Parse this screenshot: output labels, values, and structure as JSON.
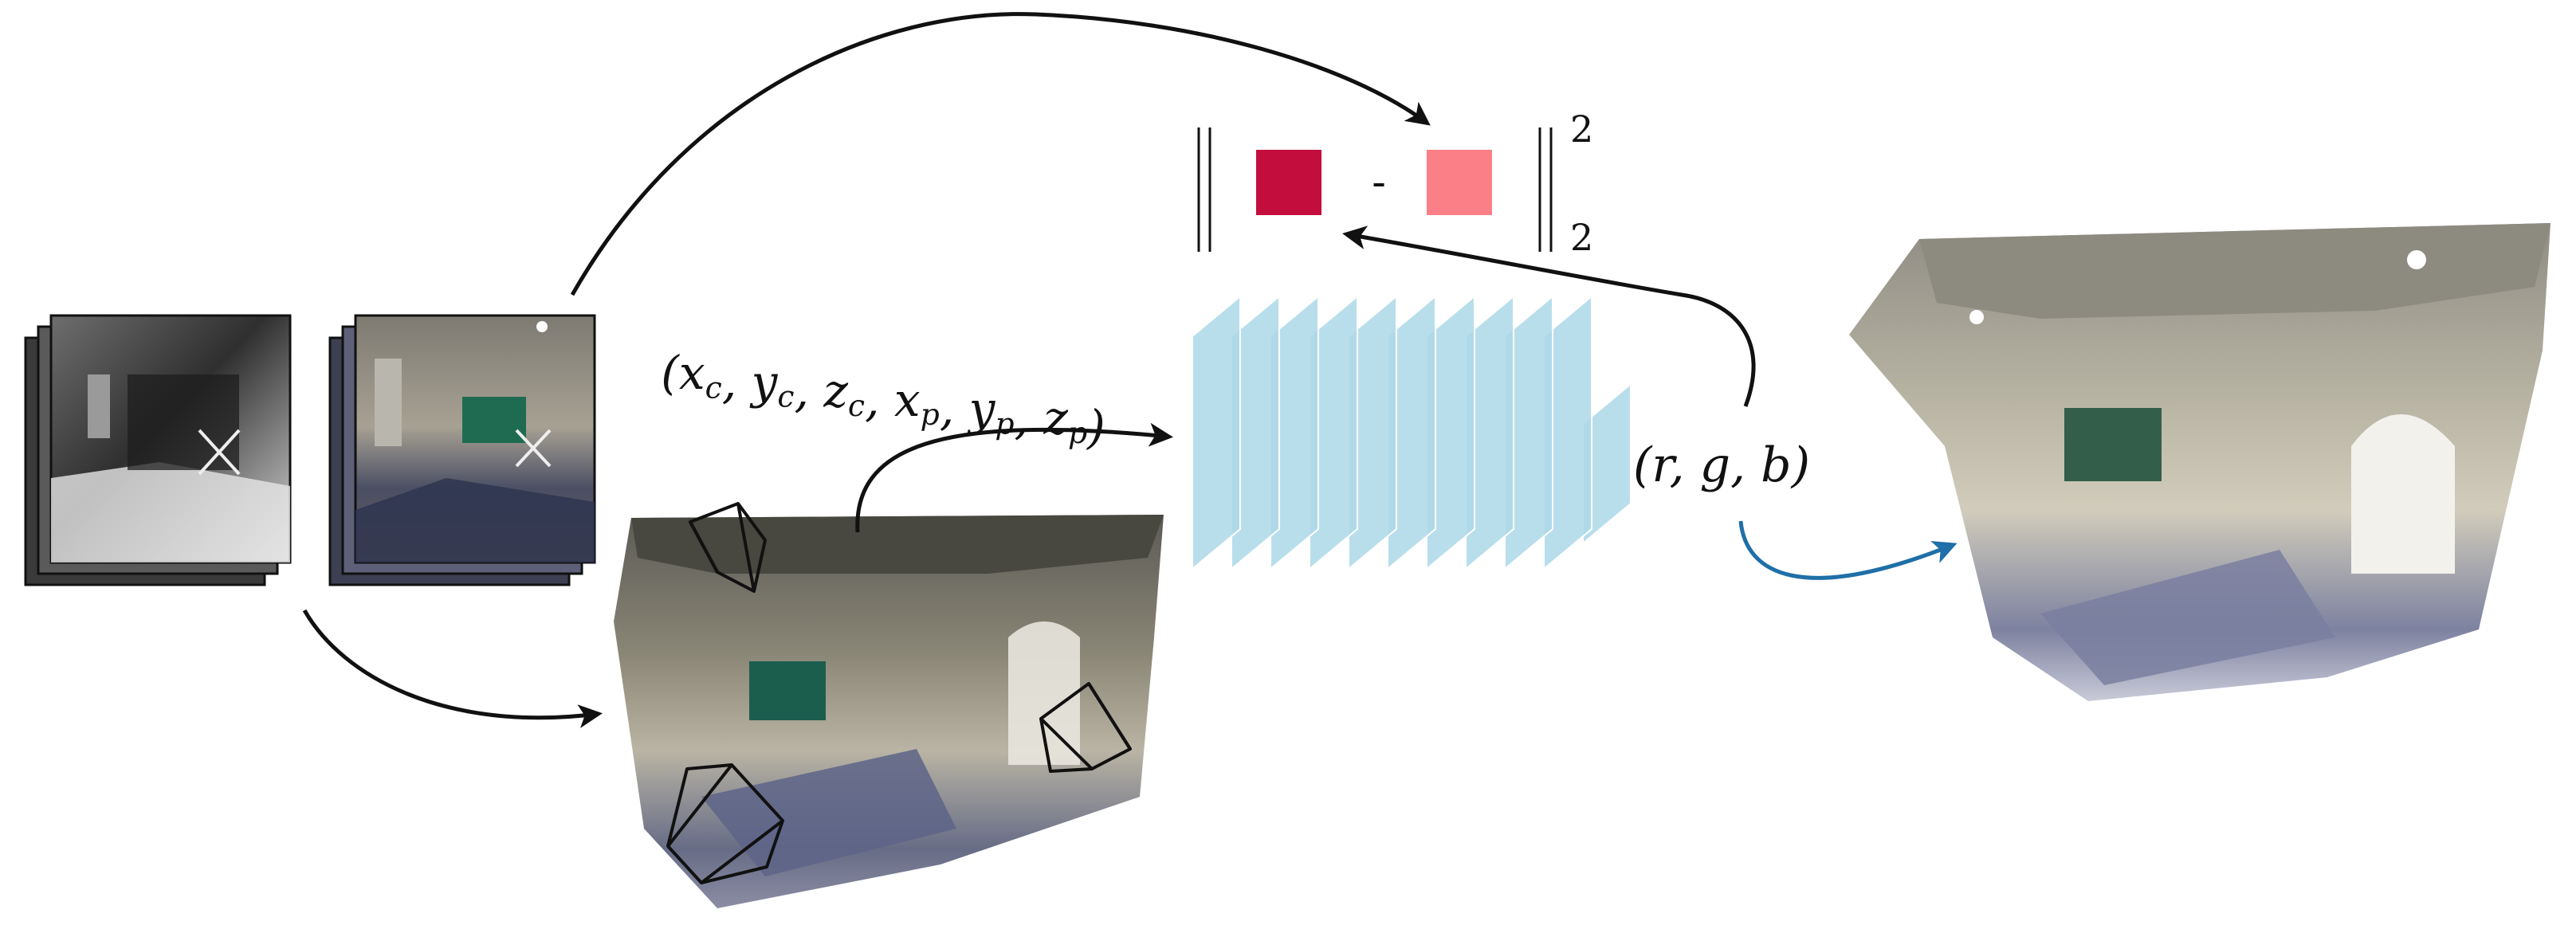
{
  "labels": {
    "camera_point_input": "(x_c, y_c, z_c, x_p, y_p, z_p)",
    "color_output": "(r, g, b)",
    "loss_minus": "-",
    "loss_superscript": "2",
    "loss_subscript": "2"
  },
  "colors": {
    "predicted_color": "#c20d3d",
    "target_color": "#fb7f86",
    "network_layers": "#add8e8",
    "output_arrow": "#1f6fa8",
    "arrow": "#111111"
  },
  "network": {
    "layer_count": 11
  },
  "icons": {
    "depth_stack": "depth-map-stack-icon",
    "rgb_stack": "rgb-image-stack-icon",
    "input_cloud": "input-point-cloud-icon",
    "output_cloud": "colored-point-cloud-icon",
    "camera": "camera-frustum-icon"
  }
}
